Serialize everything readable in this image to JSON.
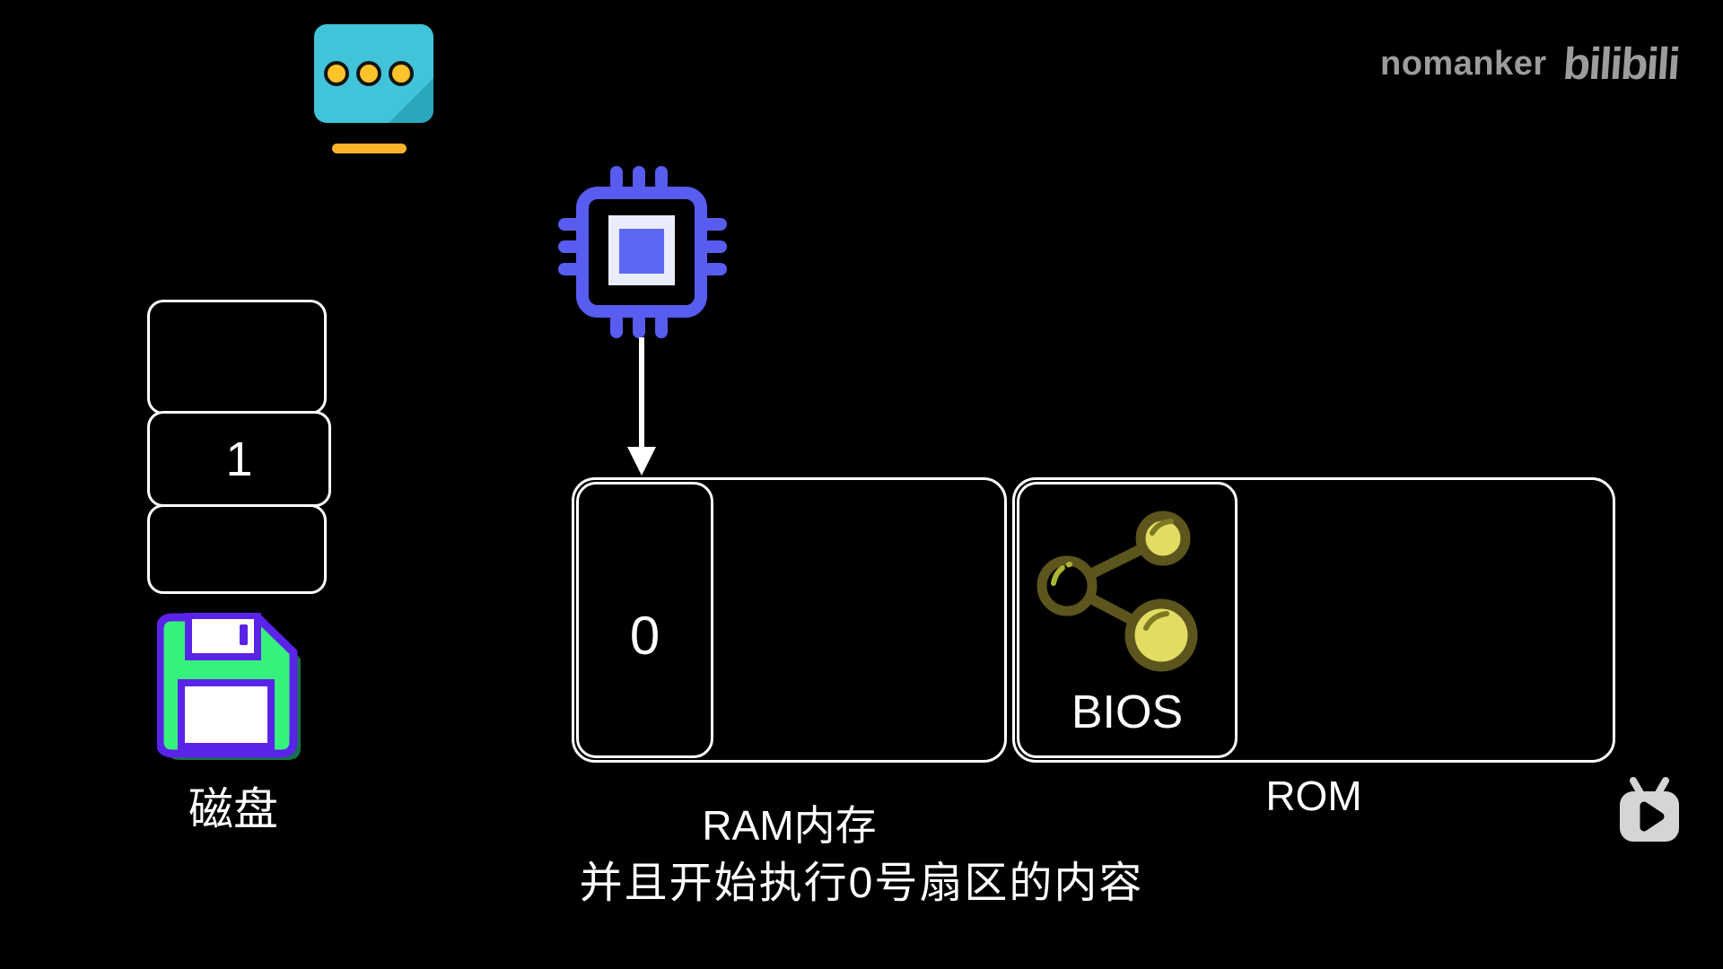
{
  "watermark": {
    "author": "nomanker",
    "platform": "bilibili"
  },
  "disk": {
    "label": "磁盘",
    "sectors": [
      {
        "label": ""
      },
      {
        "label": "1"
      },
      {
        "label": ""
      }
    ]
  },
  "ram": {
    "label": "RAM内存",
    "sector0_label": "0"
  },
  "rom": {
    "label": "ROM",
    "bios_label": "BIOS"
  },
  "caption": "并且开始执行0号扇区的内容",
  "colors": {
    "background": "#000000",
    "card_teal": "#41c4d9",
    "card_teal_dark": "#2ba6bc",
    "dot_yellow": "#fcc32b",
    "bar_orange": "#fbb32a",
    "cpu_blue": "#585cf0",
    "cpu_inner_white": "#e9ecfb",
    "cpu_inner_blue": "#5c68f4",
    "floppy_green": "#37f17d",
    "floppy_purple": "#5a23e8",
    "floppy_shadow_green": "#15724a",
    "molecule_olive": "#5c551d",
    "molecule_yellow": "#e3dc63",
    "molecule_highlight_bright": "#aab52e",
    "molecule_highlight_dark": "#7d7a20",
    "outline_white": "#ffffff",
    "watermark_gray": "#9c9c9c",
    "tv_gray": "#d5d5d5"
  }
}
